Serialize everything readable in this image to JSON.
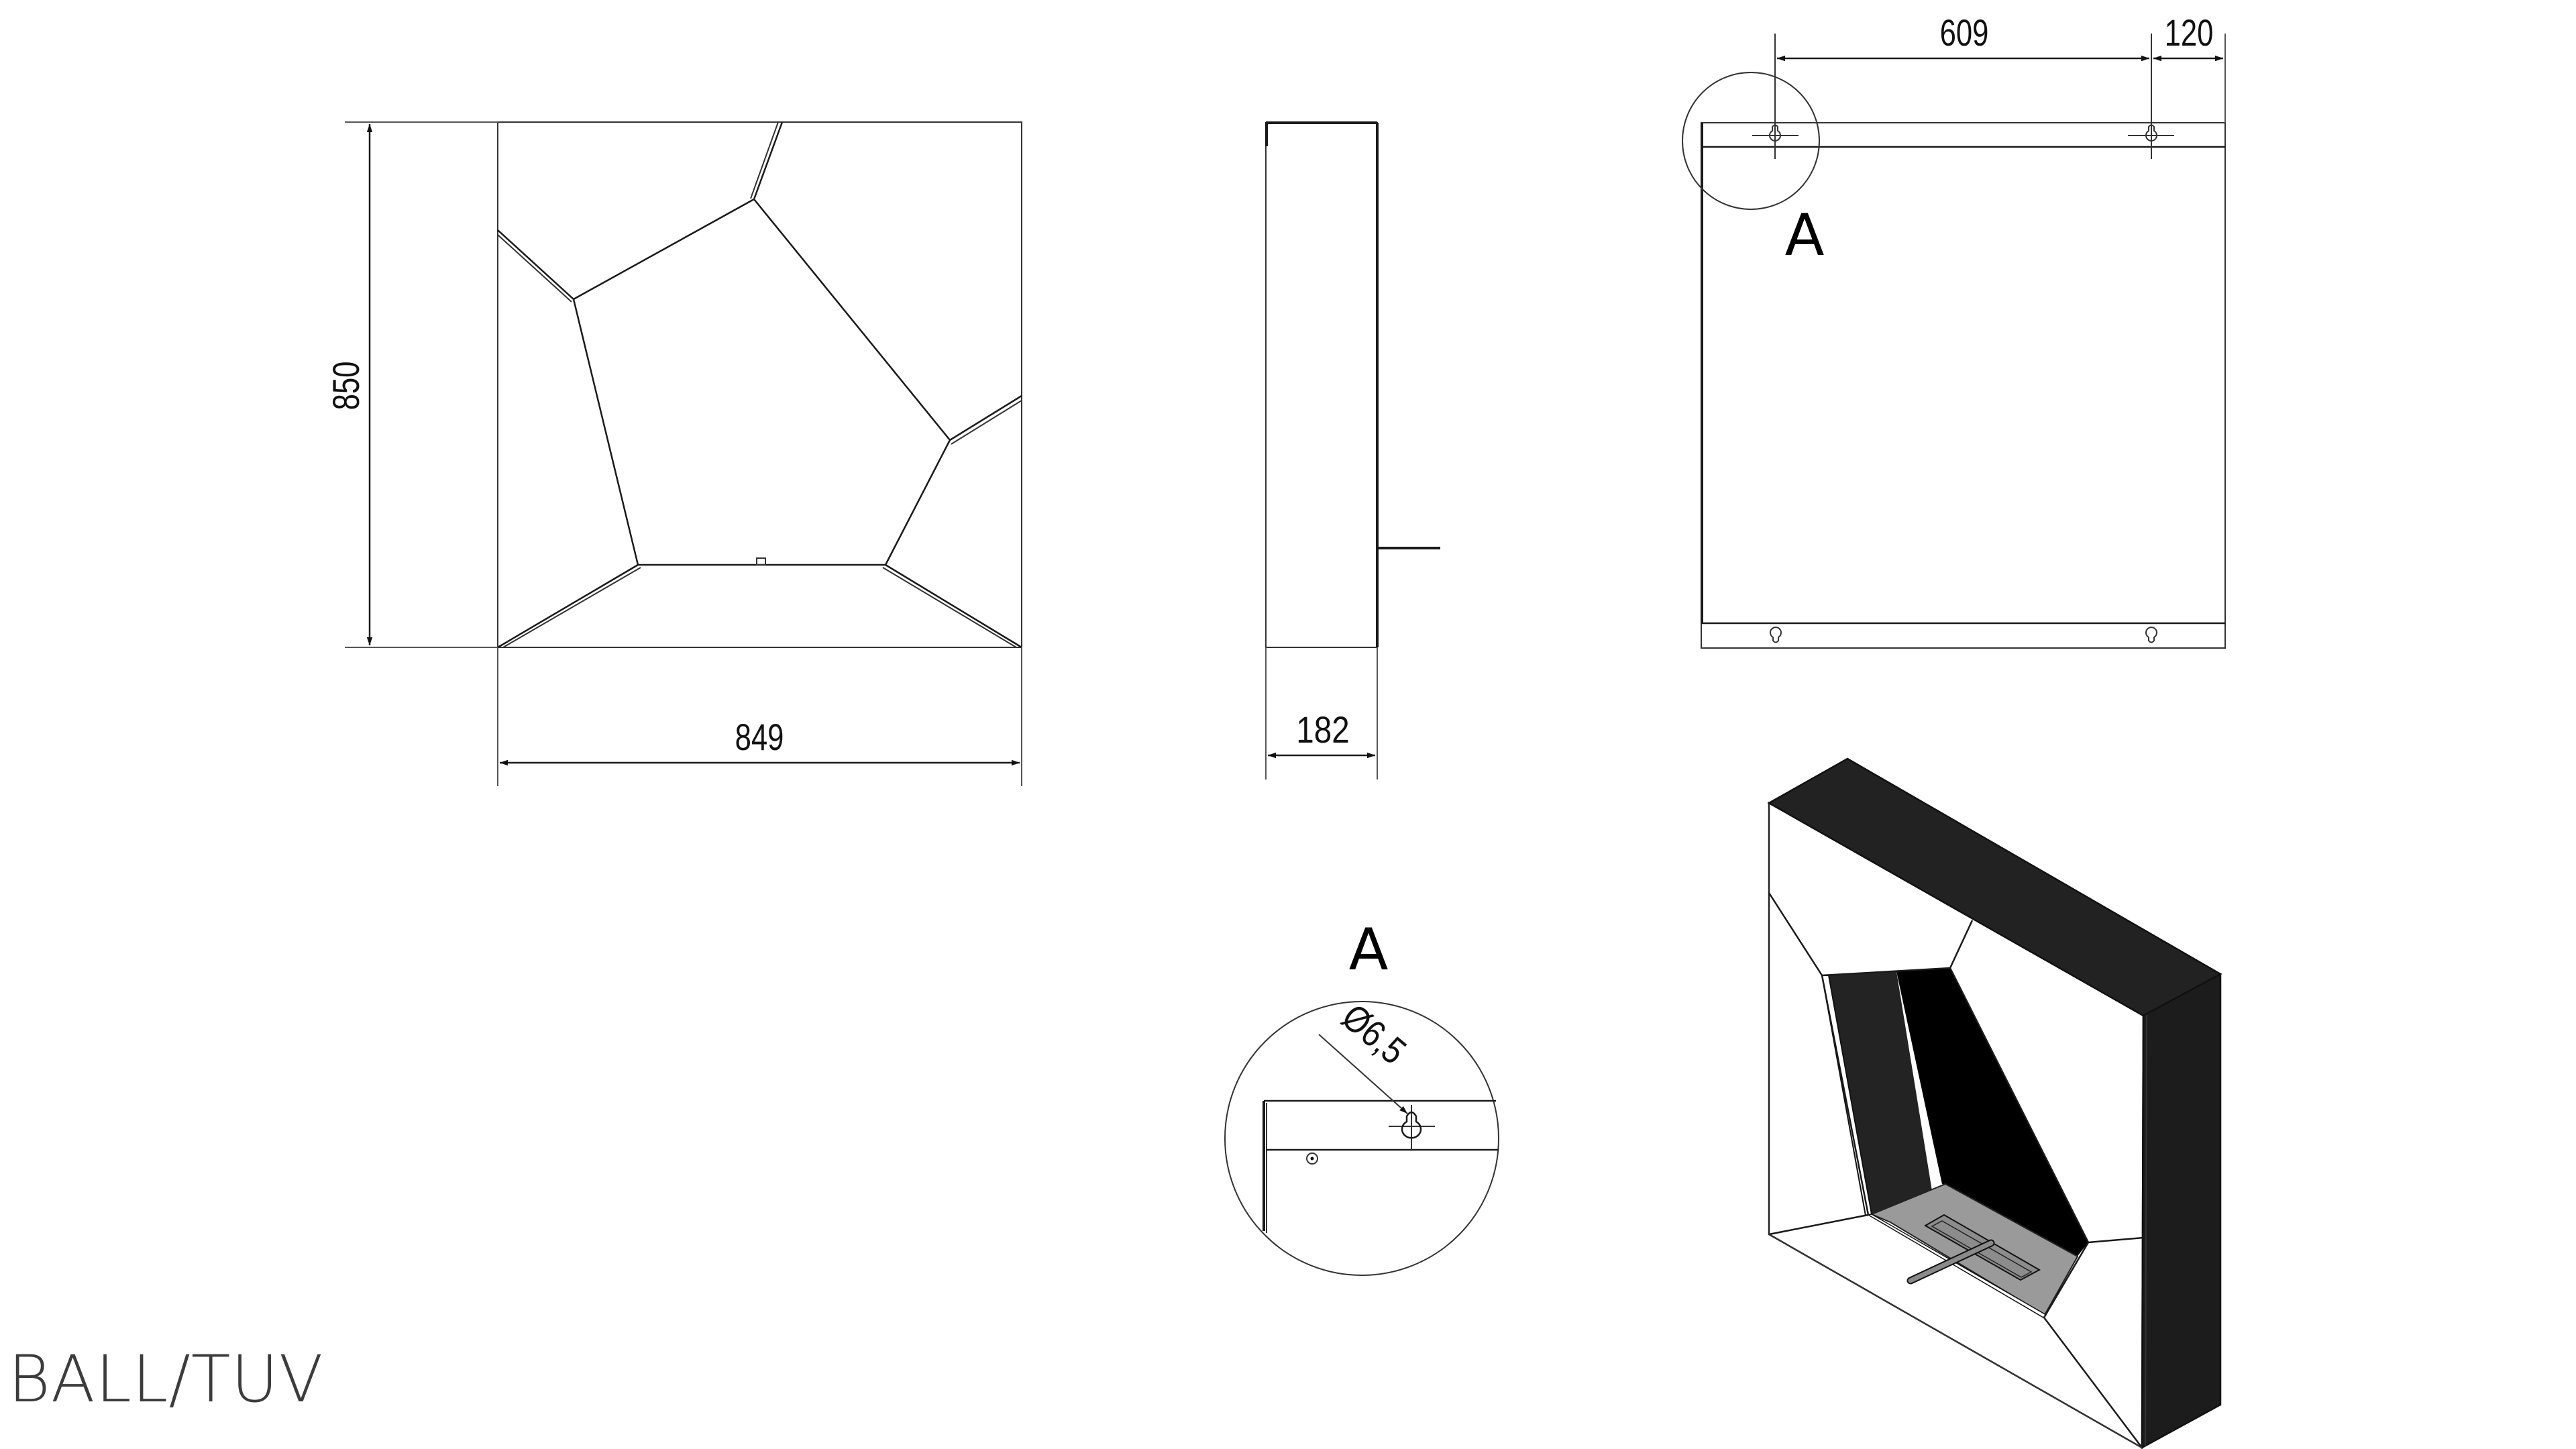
{
  "drawing": {
    "model_label": "BALL/TUV",
    "colors": {
      "line": "#1a1a1a",
      "dark_face": "#222222",
      "black_face": "#000000",
      "floor": "#9a9a9a",
      "background": "#ffffff",
      "model_label": "#3c3c3c"
    }
  },
  "front_view": {
    "height_dimension": "850",
    "width_dimension": "849"
  },
  "side_view": {
    "depth_dimension": "182"
  },
  "rear_view": {
    "keyhole_spacing_dimension": "609",
    "edge_offset_dimension": "120",
    "detail_callout": "A"
  },
  "detail_a": {
    "title": "A",
    "hole_diameter": "Ø6,5"
  },
  "isometric_view": {
    "description": "3D view of wall fireplace"
  }
}
